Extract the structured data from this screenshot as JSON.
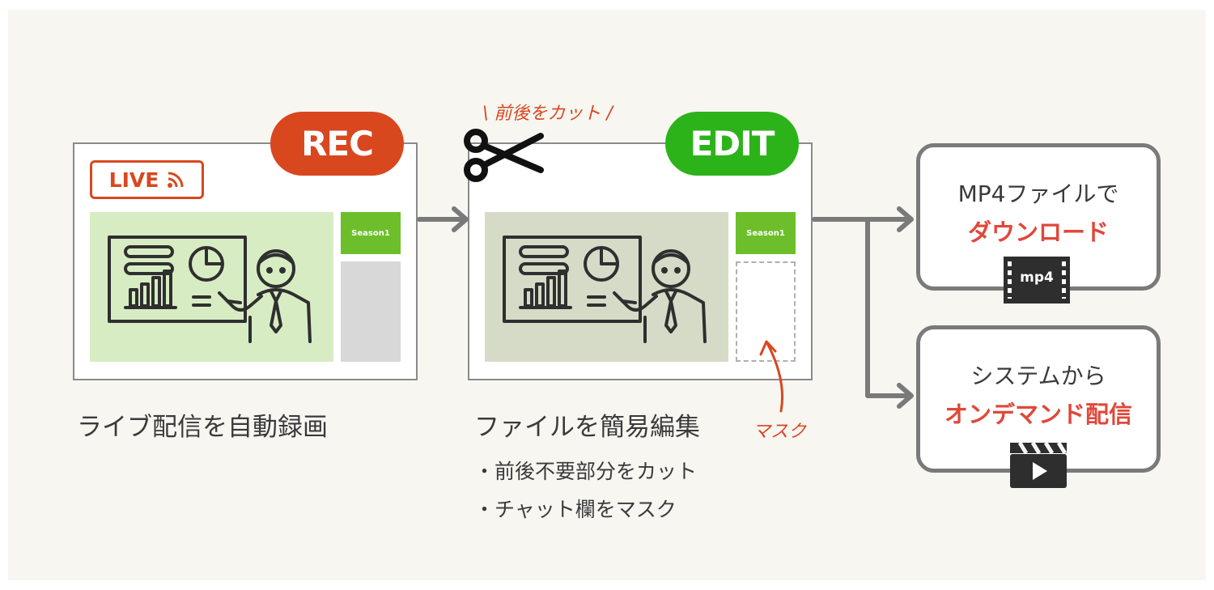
{
  "rec_step": {
    "badge": "REC",
    "live_label": "LIVE",
    "side_label": "Season1",
    "caption": "ライブ配信を自動録画"
  },
  "edit_step": {
    "badge": "EDIT",
    "side_label": "Season1",
    "cut_note": "\\ 前後をカット /",
    "mask_note": "マスク",
    "caption": "ファイルを簡易編集",
    "bullets": [
      "・前後不要部分をカット",
      "・チャット欄をマスク"
    ]
  },
  "outputs": [
    {
      "line1": "MP4ファイルで",
      "line2": "ダウンロード",
      "icon_label": "mp4"
    },
    {
      "line1": "システムから",
      "line2": "オンデマンド配信"
    }
  ],
  "colors": {
    "rec": "#d9471f",
    "edit": "#2db31a",
    "season": "#6cbf2a",
    "accent_text": "#e0483a",
    "arrow": "#7a7a7a",
    "screen_rec": "#d8ecc4",
    "screen_edit": "#d5dbc7"
  }
}
